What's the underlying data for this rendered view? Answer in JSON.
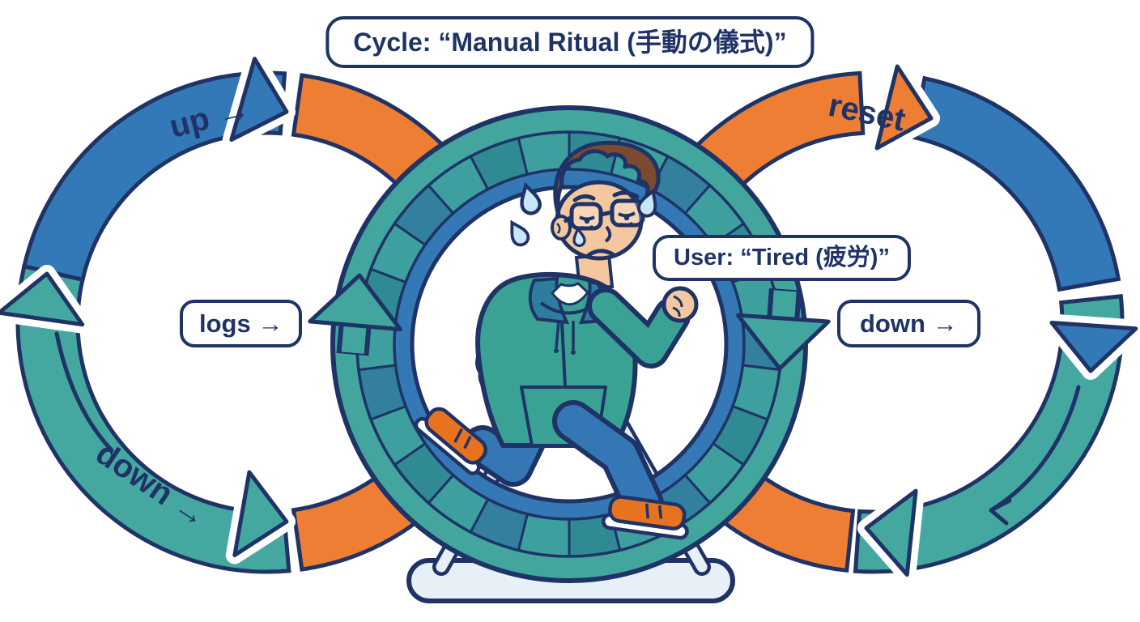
{
  "title": "Cycle: “Manual Ritual (手動の儀式)”",
  "boxes": {
    "logs": "logs →",
    "down": "down →",
    "user": "User: “Tired (疲労)”"
  },
  "arc_labels": {
    "up": "up →",
    "reset": "reset",
    "down": "down →"
  },
  "scene": {
    "center_figure": "tired man with glasses running inside a hamster wheel",
    "left_cycle_segments": [
      "teal",
      "blue",
      "orange"
    ],
    "right_cycle_segments": [
      "orange",
      "blue",
      "teal"
    ],
    "wheel_rotation_arrows": [
      "up on left side",
      "down on right side"
    ]
  },
  "colors": {
    "outline_navy": "#1f3366",
    "blue": "#3379b8",
    "orange": "#ee7e33",
    "teal": "#45a8a0",
    "wheel_teal": "#43a69e",
    "tread_dark": "#2f8a94",
    "tread_mid": "#3da09f",
    "tread_blue": "#32809e",
    "inner_blue": "#3478b5",
    "stand": "#e6f0f6",
    "skin": "#f3c89e",
    "hair": "#7b4a2f",
    "hoodie": "#3aa295",
    "hood_lining": "#2e7d9e",
    "jeans": "#3577b5",
    "sneaker": "#e8731f",
    "sweat": "#c9e6f5",
    "white": "#ffffff"
  }
}
